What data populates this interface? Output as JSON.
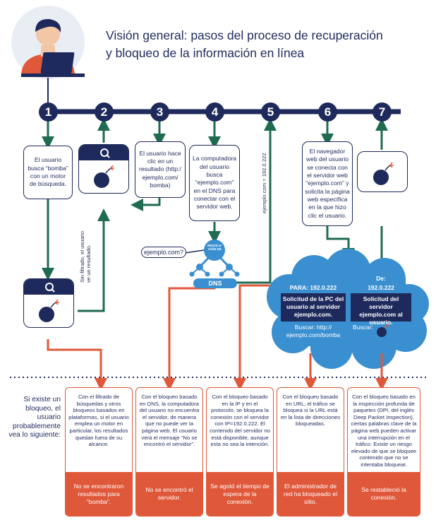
{
  "title": {
    "line1": "Visión general: pasos del proceso de recuperación",
    "line2": "y bloqueo de la información en línea"
  },
  "steps": [
    "1",
    "2",
    "3",
    "4",
    "5",
    "6",
    "7"
  ],
  "step_boxes": {
    "s1": "El usuario busca “bomba” con un motor de búsqueda.",
    "s3": "El usuario hace clic en un resultado (http:/ ejemplo.com/ bomba)",
    "s4": "La computadora del usuario busca “ejemplo.com” en el DNS para conectar con el servidor web.",
    "s6": "El navegador web del usuario se conecta con el servidor web “ejemplo.com” y solicita la página web específica en la que hizo clic el usuario."
  },
  "vertical_labels": {
    "filter": "Sin filtrado, el usuario",
    "filter2": "ve un resultado.",
    "ip": "ejemplo.com = 192.0.222"
  },
  "dns": {
    "query": "ejemplo.com?",
    "resolution": "RESOLU-CIÓN DE",
    "label": "DNS"
  },
  "cloud_left": {
    "to": "PARA: 192.0.222",
    "request": "Solicitud de la PC del usuario al servidor ejemplo.com.",
    "search": "Buscar: http:// ejemplo.com/bomba"
  },
  "cloud_right": {
    "from_label": "De:",
    "from_value": "192.0.222",
    "request": "Solicitud del servidor ejemplo.com al usuario.",
    "search": "Buscar:"
  },
  "side_label": "Si existe un bloqueo, el usuario probablemente vea lo siguiente:",
  "outcomes": [
    {
      "desc": "Con el filtrado de búsquedas y otros bloqueos basados en plataformas, si el usuario emplea un motor en particular, los resultados quedan fuera de su alcance.",
      "result": "No se encontraron resultados para “bomba”."
    },
    {
      "desc": "Con el bloqueo basado en DNS, la computadora del usuario no encuentra el servidor, de manera que no puede ver la página web. El usuario verá el mensaje “No se encontró el servidor”.",
      "result": "No se encontró el servidor."
    },
    {
      "desc": "Con el bloqueo basado en la IP y en el protocolo, se bloquea la conexión con el servidor con IP=192.0.222. El contenido del servidor no está disponible, aunque esta no sea la intención.",
      "result": "Se agotó el tiempo de espera de la conexión."
    },
    {
      "desc": "Con el bloqueo basado en URL, el tráfico se bloquea si la URL está en la lista de direcciones bloqueadas.",
      "result": "El administrador de red ha bloqueado el sitio."
    },
    {
      "desc": "Con el bloqueo basado en la inspección profunda de paquetes (DPI, del inglés Deep Packet Inspection), ciertas palabras clave de la página web pueden activar una interrupción en el tráfico. Existe un riesgo elevado de que se bloquee contenido que no se intentaba bloquear.",
      "result": "Se restableció la conexión."
    }
  ],
  "colors": {
    "navy": "#1f2a5c",
    "green": "#1f6b52",
    "orange": "#e0583a",
    "cloud": "#3a8fd0",
    "cloud_light": "#5aaee6"
  }
}
